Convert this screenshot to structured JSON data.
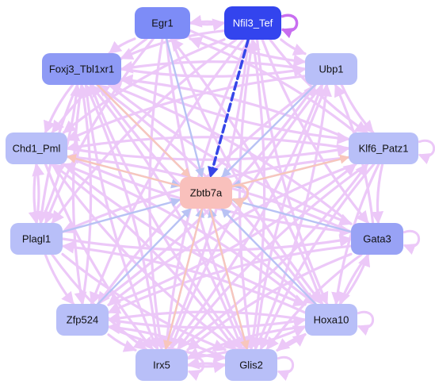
{
  "colors": {
    "background": "#ffffff",
    "edge_pink": "#ecc8f8",
    "edge_blue": "#b8c2f4",
    "edge_salmon": "#f8c6bc",
    "edge_strong": "#3646e8",
    "self_loop_purple": "#c86ef0"
  },
  "nodes": [
    {
      "id": "egr1",
      "label": "Egr1",
      "fill": "#7d8cf7",
      "text": "#111111"
    },
    {
      "id": "nfil3",
      "label": "Nfil3_Tef",
      "fill": "#3344ee",
      "text": "#ffffff"
    },
    {
      "id": "foxj3",
      "label": "Foxj3_Tbl1xr1",
      "fill": "#8e9af5",
      "text": "#111111"
    },
    {
      "id": "ubp1",
      "label": "Ubp1",
      "fill": "#b8bff8",
      "text": "#111111"
    },
    {
      "id": "chd1",
      "label": "Chd1_Pml",
      "fill": "#b8bff8",
      "text": "#111111"
    },
    {
      "id": "klf6",
      "label": "Klf6_Patz1",
      "fill": "#b8bff8",
      "text": "#111111"
    },
    {
      "id": "zbtb7a",
      "label": "Zbtb7a",
      "fill": "#f9c0bc",
      "text": "#111111"
    },
    {
      "id": "plagl1",
      "label": "Plagl1",
      "fill": "#b8bff8",
      "text": "#111111"
    },
    {
      "id": "gata3",
      "label": "Gata3",
      "fill": "#98a2f5",
      "text": "#111111"
    },
    {
      "id": "zfp524",
      "label": "Zfp524",
      "fill": "#b8bff8",
      "text": "#111111"
    },
    {
      "id": "hoxa10",
      "label": "Hoxa10",
      "fill": "#b8bff8",
      "text": "#111111"
    },
    {
      "id": "irx5",
      "label": "Irx5",
      "fill": "#b8bff8",
      "text": "#111111"
    },
    {
      "id": "glis2",
      "label": "Glis2",
      "fill": "#b8bff8",
      "text": "#111111"
    }
  ],
  "edges": [
    {
      "from": "nfil3",
      "to": "zbtb7a",
      "color": "strong",
      "dashed": true
    },
    {
      "from": "egr1",
      "to": "zbtb7a",
      "color": "blue"
    },
    {
      "from": "foxj3",
      "to": "zbtb7a",
      "color": "blue"
    },
    {
      "from": "foxj3",
      "to": "zbtb7a",
      "color": "salmon"
    },
    {
      "from": "ubp1",
      "to": "zbtb7a",
      "color": "blue"
    },
    {
      "from": "chd1",
      "to": "zbtb7a",
      "color": "blue"
    },
    {
      "from": "zbtb7a",
      "to": "chd1",
      "color": "salmon"
    },
    {
      "from": "klf6",
      "to": "zbtb7a",
      "color": "blue"
    },
    {
      "from": "zbtb7a",
      "to": "klf6",
      "color": "salmon"
    },
    {
      "from": "plagl1",
      "to": "zbtb7a",
      "color": "blue"
    },
    {
      "from": "gata3",
      "to": "zbtb7a",
      "color": "blue"
    },
    {
      "from": "zfp524",
      "to": "zbtb7a",
      "color": "blue"
    },
    {
      "from": "hoxa10",
      "to": "zbtb7a",
      "color": "blue"
    },
    {
      "from": "irx5",
      "to": "zbtb7a",
      "color": "blue"
    },
    {
      "from": "zbtb7a",
      "to": "irx5",
      "color": "salmon"
    },
    {
      "from": "glis2",
      "to": "zbtb7a",
      "color": "blue"
    },
    {
      "from": "zbtb7a",
      "to": "glis2",
      "color": "salmon"
    },
    {
      "from": "egr1",
      "to": "nfil3",
      "color": "pink"
    },
    {
      "from": "nfil3",
      "to": "egr1",
      "color": "pink"
    },
    {
      "from": "egr1",
      "to": "foxj3",
      "color": "pink"
    },
    {
      "from": "egr1",
      "to": "ubp1",
      "color": "pink"
    },
    {
      "from": "egr1",
      "to": "chd1",
      "color": "pink"
    },
    {
      "from": "egr1",
      "to": "plagl1",
      "color": "pink"
    },
    {
      "from": "egr1",
      "to": "irx5",
      "color": "pink"
    },
    {
      "from": "egr1",
      "to": "glis2",
      "color": "pink"
    },
    {
      "from": "egr1",
      "to": "hoxa10",
      "color": "pink"
    },
    {
      "from": "nfil3",
      "to": "foxj3",
      "color": "pink"
    },
    {
      "from": "nfil3",
      "to": "ubp1",
      "color": "pink"
    },
    {
      "from": "nfil3",
      "to": "chd1",
      "color": "pink"
    },
    {
      "from": "nfil3",
      "to": "klf6",
      "color": "pink"
    },
    {
      "from": "nfil3",
      "to": "plagl1",
      "color": "pink"
    },
    {
      "from": "nfil3",
      "to": "zfp524",
      "color": "pink"
    },
    {
      "from": "nfil3",
      "to": "irx5",
      "color": "pink"
    },
    {
      "from": "nfil3",
      "to": "glis2",
      "color": "pink"
    },
    {
      "from": "nfil3",
      "to": "gata3",
      "color": "pink"
    },
    {
      "from": "nfil3",
      "to": "hoxa10",
      "color": "pink"
    },
    {
      "from": "foxj3",
      "to": "ubp1",
      "color": "pink"
    },
    {
      "from": "foxj3",
      "to": "chd1",
      "color": "pink"
    },
    {
      "from": "foxj3",
      "to": "klf6",
      "color": "pink"
    },
    {
      "from": "foxj3",
      "to": "plagl1",
      "color": "pink"
    },
    {
      "from": "foxj3",
      "to": "gata3",
      "color": "pink"
    },
    {
      "from": "foxj3",
      "to": "irx5",
      "color": "pink"
    },
    {
      "from": "foxj3",
      "to": "glis2",
      "color": "pink"
    },
    {
      "from": "foxj3",
      "to": "hoxa10",
      "color": "pink"
    },
    {
      "from": "foxj3",
      "to": "zfp524",
      "color": "pink"
    },
    {
      "from": "ubp1",
      "to": "foxj3",
      "color": "pink"
    },
    {
      "from": "ubp1",
      "to": "chd1",
      "color": "pink"
    },
    {
      "from": "ubp1",
      "to": "klf6",
      "color": "pink"
    },
    {
      "from": "ubp1",
      "to": "irx5",
      "color": "pink"
    },
    {
      "from": "ubp1",
      "to": "glis2",
      "color": "pink"
    },
    {
      "from": "ubp1",
      "to": "zfp524",
      "color": "pink"
    },
    {
      "from": "chd1",
      "to": "klf6",
      "color": "pink"
    },
    {
      "from": "klf6",
      "to": "chd1",
      "color": "pink"
    },
    {
      "from": "chd1",
      "to": "plagl1",
      "color": "pink"
    },
    {
      "from": "plagl1",
      "to": "chd1",
      "color": "pink"
    },
    {
      "from": "chd1",
      "to": "gata3",
      "color": "pink"
    },
    {
      "from": "chd1",
      "to": "hoxa10",
      "color": "pink"
    },
    {
      "from": "chd1",
      "to": "glis2",
      "color": "pink"
    },
    {
      "from": "chd1",
      "to": "irx5",
      "color": "pink"
    },
    {
      "from": "klf6",
      "to": "plagl1",
      "color": "pink"
    },
    {
      "from": "klf6",
      "to": "gata3",
      "color": "pink"
    },
    {
      "from": "klf6",
      "to": "zfp524",
      "color": "pink"
    },
    {
      "from": "klf6",
      "to": "irx5",
      "color": "pink"
    },
    {
      "from": "klf6",
      "to": "glis2",
      "color": "pink"
    },
    {
      "from": "klf6",
      "to": "hoxa10",
      "color": "pink"
    },
    {
      "from": "klf6",
      "to": "foxj3",
      "color": "pink"
    },
    {
      "from": "klf6",
      "to": "egr1",
      "color": "pink"
    },
    {
      "from": "plagl1",
      "to": "zfp524",
      "color": "pink"
    },
    {
      "from": "plagl1",
      "to": "irx5",
      "color": "pink"
    },
    {
      "from": "plagl1",
      "to": "glis2",
      "color": "pink"
    },
    {
      "from": "plagl1",
      "to": "gata3",
      "color": "pink"
    },
    {
      "from": "plagl1",
      "to": "foxj3",
      "color": "pink"
    },
    {
      "from": "gata3",
      "to": "hoxa10",
      "color": "pink"
    },
    {
      "from": "hoxa10",
      "to": "gata3",
      "color": "pink"
    },
    {
      "from": "gata3",
      "to": "irx5",
      "color": "pink"
    },
    {
      "from": "gata3",
      "to": "glis2",
      "color": "pink"
    },
    {
      "from": "gata3",
      "to": "zfp524",
      "color": "pink"
    },
    {
      "from": "gata3",
      "to": "ubp1",
      "color": "pink"
    },
    {
      "from": "gata3",
      "to": "foxj3",
      "color": "pink"
    },
    {
      "from": "gata3",
      "to": "chd1",
      "color": "pink"
    },
    {
      "from": "zfp524",
      "to": "irx5",
      "color": "pink"
    },
    {
      "from": "zfp524",
      "to": "glis2",
      "color": "pink"
    },
    {
      "from": "zfp524",
      "to": "hoxa10",
      "color": "pink"
    },
    {
      "from": "zfp524",
      "to": "foxj3",
      "color": "pink"
    },
    {
      "from": "zfp524",
      "to": "ubp1",
      "color": "pink"
    },
    {
      "from": "zfp524",
      "to": "klf6",
      "color": "pink"
    },
    {
      "from": "hoxa10",
      "to": "irx5",
      "color": "pink"
    },
    {
      "from": "hoxa10",
      "to": "glis2",
      "color": "pink"
    },
    {
      "from": "hoxa10",
      "to": "zfp524",
      "color": "pink"
    },
    {
      "from": "hoxa10",
      "to": "plagl1",
      "color": "pink"
    },
    {
      "from": "hoxa10",
      "to": "chd1",
      "color": "pink"
    },
    {
      "from": "hoxa10",
      "to": "foxj3",
      "color": "pink"
    },
    {
      "from": "hoxa10",
      "to": "egr1",
      "color": "pink"
    },
    {
      "from": "irx5",
      "to": "glis2",
      "color": "pink"
    },
    {
      "from": "glis2",
      "to": "irx5",
      "color": "pink"
    },
    {
      "from": "irx5",
      "to": "hoxa10",
      "color": "pink"
    },
    {
      "from": "irx5",
      "to": "ubp1",
      "color": "pink"
    },
    {
      "from": "irx5",
      "to": "foxj3",
      "color": "pink"
    },
    {
      "from": "irx5",
      "to": "klf6",
      "color": "pink"
    },
    {
      "from": "irx5",
      "to": "nfil3",
      "color": "pink"
    },
    {
      "from": "glis2",
      "to": "hoxa10",
      "color": "pink"
    },
    {
      "from": "glis2",
      "to": "zfp524",
      "color": "pink"
    },
    {
      "from": "glis2",
      "to": "ubp1",
      "color": "pink"
    },
    {
      "from": "glis2",
      "to": "foxj3",
      "color": "pink"
    },
    {
      "from": "glis2",
      "to": "nfil3",
      "color": "pink"
    },
    {
      "from": "glis2",
      "to": "chd1",
      "color": "pink"
    }
  ],
  "self_loops": [
    {
      "node": "nfil3",
      "color": "self_loop_purple"
    },
    {
      "node": "zbtb7a",
      "color": "salmon"
    },
    {
      "node": "klf6",
      "color": "pink"
    },
    {
      "node": "gata3",
      "color": "pink"
    },
    {
      "node": "hoxa10",
      "color": "pink"
    },
    {
      "node": "irx5",
      "color": "pink"
    },
    {
      "node": "glis2",
      "color": "pink"
    }
  ]
}
